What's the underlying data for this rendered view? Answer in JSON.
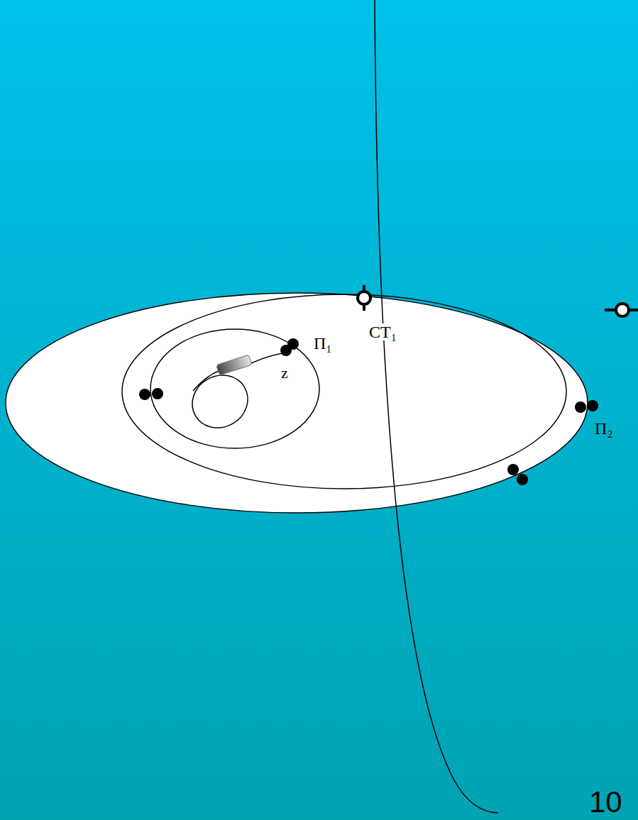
{
  "diagram": {
    "labels": [
      "CT₁",
      "Π₁",
      "z",
      "Π₂",
      "10"
    ]
  }
}
